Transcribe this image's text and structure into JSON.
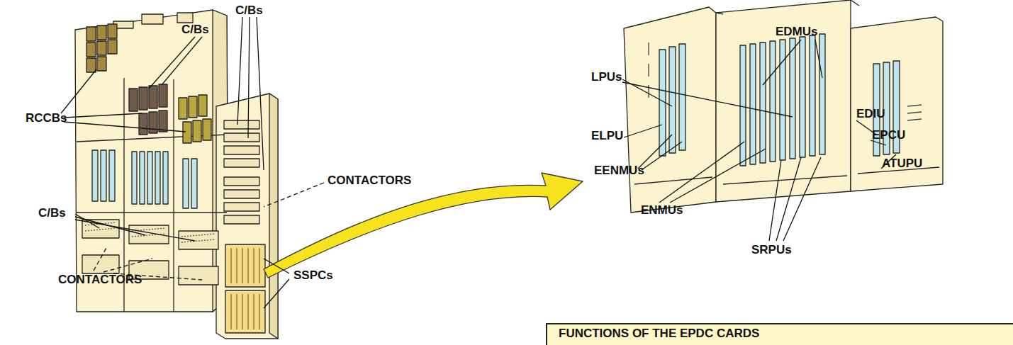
{
  "diagram": {
    "nodes": [
      {
        "text": [
          "FUNCTIONS OF THE EPDC CARDS"
        ]
      }
    ],
    "labels": [
      "C/Bs",
      "C/Bs",
      "EDMUs",
      "LPUs",
      "RCCBs",
      "ELPU",
      "EDIU",
      "EPCU",
      "EENMUs",
      "ATUPU",
      "CONTACTORS",
      "ENMUs",
      "C/Bs",
      "SRPUs",
      "SSPCs",
      "CONTACTORS"
    ]
  }
}
